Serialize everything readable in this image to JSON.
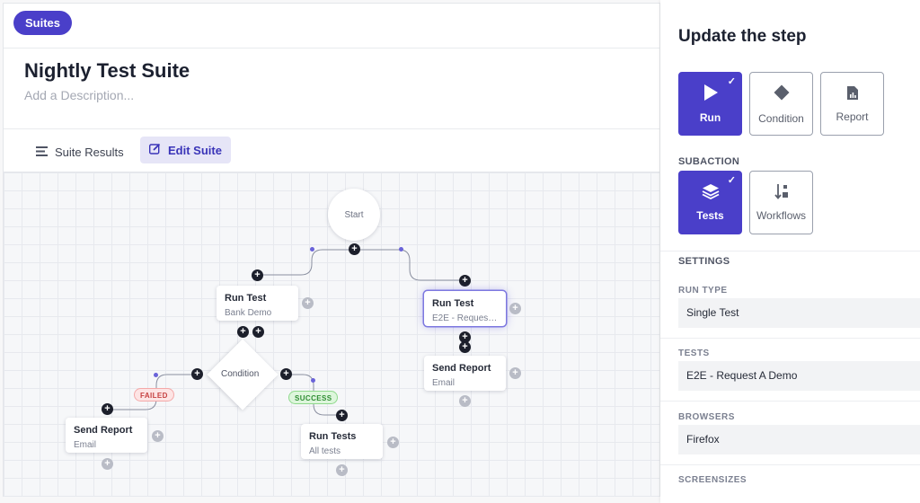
{
  "header": {
    "suites_label": "Suites"
  },
  "suite": {
    "title": "Nightly Test Suite",
    "description_placeholder": "Add a Description..."
  },
  "tabs": [
    {
      "label": "Suite Results",
      "icon": "list-icon"
    },
    {
      "label": "Edit Suite",
      "icon": "edit-icon"
    }
  ],
  "flow": {
    "start_label": "Start",
    "condition_label": "Condition",
    "failed_label": "FAILED",
    "success_label": "SUCCESS",
    "nodes": [
      {
        "title": "Run Test",
        "subtitle": "Bank Demo"
      },
      {
        "title": "Run Test",
        "subtitle": "E2E - Request ..."
      },
      {
        "title": "Send Report",
        "subtitle": "Email"
      },
      {
        "title": "Send Report",
        "subtitle": "Email"
      },
      {
        "title": "Run Tests",
        "subtitle": "All tests"
      }
    ]
  },
  "panel": {
    "title": "Update the step",
    "actions": [
      {
        "label": "Run",
        "icon": "play-icon",
        "selected": true
      },
      {
        "label": "Condition",
        "icon": "diamond-icon",
        "selected": false
      },
      {
        "label": "Report",
        "icon": "report-icon",
        "selected": false
      }
    ],
    "subaction_label": "SUBACTION",
    "subactions": [
      {
        "label": "Tests",
        "icon": "layers-icon",
        "selected": true
      },
      {
        "label": "Workflows",
        "icon": "sort-icon",
        "selected": false
      }
    ],
    "settings_label": "SETTINGS",
    "run_type_label": "RUN TYPE",
    "run_type_value": "Single Test",
    "tests_label": "TESTS",
    "tests_value": "E2E - Request A Demo",
    "browsers_label": "BROWSERS",
    "browsers_value": "Firefox",
    "screensizes_label": "SCREENSIZES"
  },
  "colors": {
    "accent": "#4a3fc9",
    "failed": "#c54141",
    "success": "#2f8d33"
  }
}
